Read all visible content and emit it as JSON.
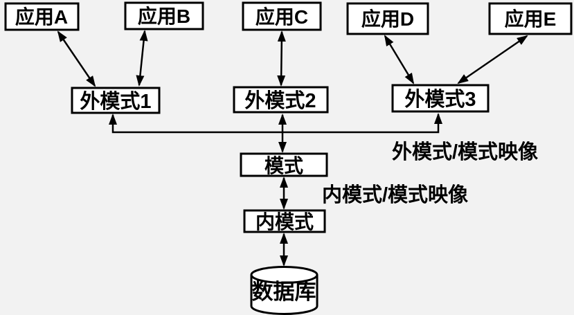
{
  "diagram": {
    "type": "database-three-level-schema-architecture",
    "background_color": "#f2f2f2",
    "box_fill_color": "#ffffff",
    "line_color": "#000000",
    "nodes": {
      "app_a": "应用A",
      "app_b": "应用B",
      "app_c": "应用C",
      "app_d": "应用D",
      "app_e": "应用E",
      "ext_schema_1": "外模式1",
      "ext_schema_2": "外模式2",
      "ext_schema_3": "外模式3",
      "schema": "模式",
      "internal_schema": "内模式",
      "database": "数据库"
    },
    "annotations": {
      "external_schema_mapping": "外模式/模式映像",
      "internal_schema_mapping": "内模式/模式映像"
    },
    "edges": [
      {
        "from": "应用A",
        "to": "外模式1",
        "style": "double-arrow"
      },
      {
        "from": "应用B",
        "to": "外模式1",
        "style": "double-arrow"
      },
      {
        "from": "应用C",
        "to": "外模式2",
        "style": "double-arrow"
      },
      {
        "from": "应用D",
        "to": "外模式3",
        "style": "double-arrow"
      },
      {
        "from": "应用E",
        "to": "外模式3",
        "style": "double-arrow"
      },
      {
        "from": "外模式2",
        "to": "模式",
        "style": "double-arrow"
      },
      {
        "from": "模式",
        "to": "内模式",
        "style": "double-arrow",
        "label": "内模式/模式映像"
      },
      {
        "from": "内模式",
        "to": "数据库",
        "style": "double-arrow"
      },
      {
        "endpoints": [
          "外模式1",
          "外模式3"
        ],
        "style": "bracket-arrows-up",
        "label": "外模式/模式映像"
      }
    ]
  }
}
